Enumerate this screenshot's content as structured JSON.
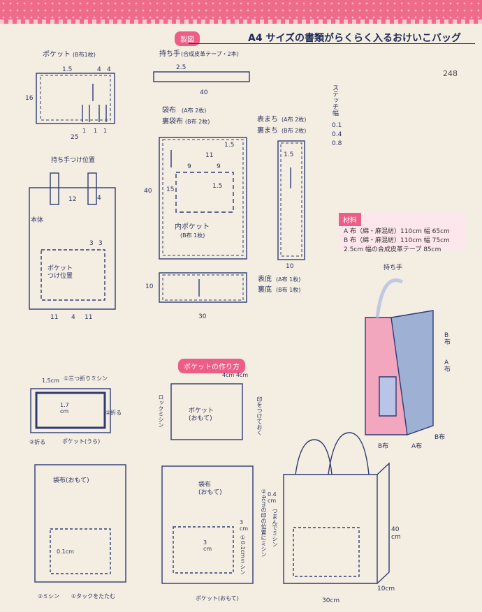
{
  "header": {
    "section_pill": "製図",
    "title": "A4 サイズの書類がらくらく入るおけいこバッグ",
    "page_number": "248"
  },
  "pocket": {
    "label": "ポケット",
    "spec": "(B布1枚)",
    "dims": [
      "1.5",
      "4",
      "4",
      "16",
      "25",
      "1",
      "1",
      "1"
    ]
  },
  "handle": {
    "label": "持ち手",
    "spec": "(合成皮革テープ・2本)",
    "dims": [
      "2.5",
      "40"
    ]
  },
  "bag_cloth": {
    "label1": "袋布",
    "spec1": "(A布 2枚)",
    "label2": "裏袋布",
    "spec2": "(B布 2枚)",
    "dims": [
      "1.5",
      "11",
      "9",
      "9",
      "15",
      "1.5",
      "40"
    ],
    "inner_pocket": "内ポケット",
    "inner_spec": "(B布 1枚)"
  },
  "gusset": {
    "label1": "表まち",
    "spec1": "(A布 2枚)",
    "label2": "裏まち",
    "spec2": "(B布 2枚)",
    "dims": [
      "1.5",
      "10"
    ]
  },
  "bottom": {
    "label1": "表底",
    "spec1": "(A布 1枚)",
    "label2": "裏底",
    "spec2": "(B布 1枚)",
    "dims": [
      "10",
      "30"
    ]
  },
  "body_diagram": {
    "handle_pos": "持ち手つけ位置",
    "body": "本体",
    "pocket_pos": "ポケット\nつけ位置",
    "dims": [
      "12",
      "4",
      "3",
      "3",
      "11",
      "4",
      "11"
    ]
  },
  "stitch": {
    "label": "ステッチ幅",
    "values": [
      "0.1",
      "0.4",
      "0.8"
    ]
  },
  "materials": {
    "label": "材料",
    "lines": [
      "A 布（綿・麻混紡）110cm 幅 65cm",
      "B 布（綿・麻混紡）110cm 幅 75cm",
      "2.5cm 幅の合成皮革テープ 85cm"
    ]
  },
  "illustration_labels": {
    "handle": "持ち手",
    "b1": "B\n布",
    "a1": "A\n布",
    "b2": "B布",
    "a2": "A布",
    "b3": "B布"
  },
  "pocket_howto": {
    "pill": "ポケットの作り方",
    "step1": {
      "a": "1.5cm",
      "b": "①三つ折りミシン",
      "c": "1.7\ncm",
      "d": "②折る",
      "e": "②折る",
      "f": "ポケット(うら)"
    },
    "step2": {
      "a": "4cm 4cm",
      "b": "ロックミシン",
      "c": "ポケット\n(おもて)",
      "d": "印をつけておく"
    },
    "step3": {
      "a": "袋布(おもて)",
      "b": "0.1cm",
      "c": "②ミシン",
      "d": "①タックをたたむ"
    },
    "step4": {
      "a": "袋布\n(おもて)",
      "b": "3\ncm",
      "c": "3\ncm",
      "d": "②4cmの印の位置にミシン",
      "e": "①0.1cmミシン",
      "f": "ポケット(おもて)"
    }
  },
  "final_bag": {
    "top": "0.4\ncm",
    "tuck": "つまんでミシン",
    "height": "40\ncm",
    "width": "30cm",
    "depth": "10cm"
  }
}
